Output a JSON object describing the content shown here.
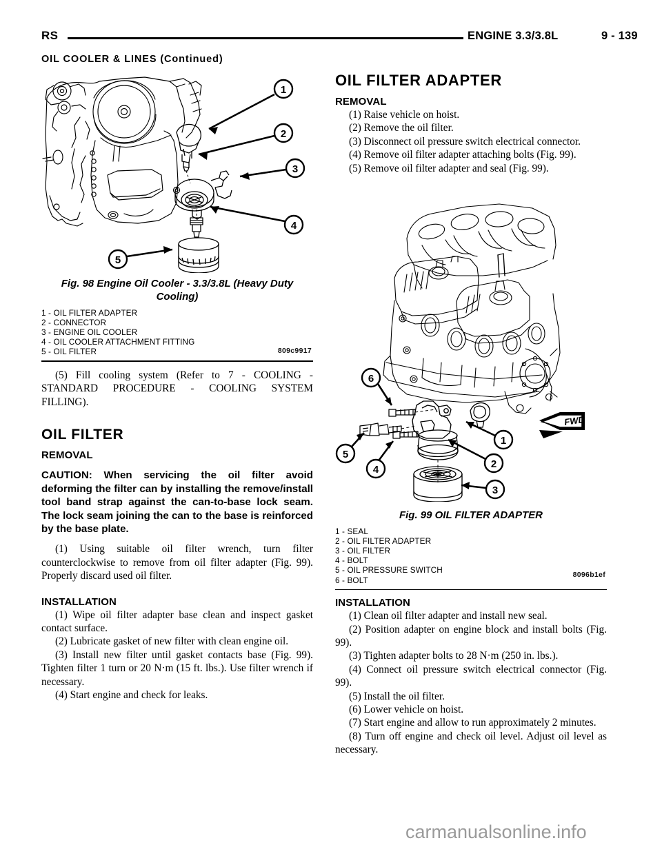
{
  "header": {
    "manual_code": "RS",
    "section_title": "ENGINE 3.3/3.8L",
    "page_number": "9 - 139",
    "continued_heading": "OIL COOLER & LINES (Continued)"
  },
  "left_column": {
    "figure_98": {
      "caption_line1": "Fig. 98 Engine Oil Cooler - 3.3/3.8L (Heavy Duty",
      "caption_line2": "Cooling)",
      "image_code": "809c9917",
      "callouts": [
        "1",
        "2",
        "3",
        "4",
        "5"
      ],
      "legend": [
        "1 - OIL FILTER ADAPTER",
        "2 - CONNECTOR",
        "3 - ENGINE OIL COOLER",
        "4 - OIL COOLER ATTACHMENT FITTING",
        "5 - OIL FILTER"
      ]
    },
    "cooling_step": "(5) Fill cooling system (Refer to 7 - COOLING - STANDARD PROCEDURE - COOLING SYSTEM FILLING).",
    "oil_filter_heading": "OIL FILTER",
    "removal_heading": "REMOVAL",
    "caution": "CAUTION: When servicing the oil filter avoid deforming the filter can by installing the remove/install tool band strap against the can-to-base lock seam. The lock seam joining the can to the base is reinforced by the base plate.",
    "removal_steps": [
      "(1) Using suitable oil filter wrench, turn filter counterclockwise to remove from oil filter adapter (Fig. 99). Properly discard used oil filter."
    ],
    "installation_heading": "INSTALLATION",
    "installation_steps": [
      "(1) Wipe oil filter adapter base clean and inspect gasket contact surface.",
      "(2) Lubricate gasket of new filter with clean engine oil.",
      "(3) Install new filter until gasket contacts base (Fig. 99). Tighten filter 1 turn or 20 N·m (15 ft. lbs.). Use filter wrench if necessary.",
      "(4) Start engine and check for leaks."
    ]
  },
  "right_column": {
    "adapter_heading": "OIL FILTER ADAPTER",
    "removal_heading": "REMOVAL",
    "removal_steps": [
      "(1) Raise vehicle on hoist.",
      "(2) Remove the oil filter.",
      "(3) Disconnect oil pressure switch electrical connector.",
      "(4) Remove oil filter adapter attaching bolts (Fig. 99).",
      "(5) Remove oil filter adapter and seal (Fig. 99)."
    ],
    "figure_99": {
      "caption": "Fig. 99 OIL FILTER ADAPTER",
      "image_code": "8096b1ef",
      "direction_marker": "FWD",
      "callouts": [
        "1",
        "2",
        "3",
        "4",
        "5",
        "6"
      ],
      "legend": [
        "1 - SEAL",
        "2 - OIL FILTER ADAPTER",
        "3 - OIL FILTER",
        "4 - BOLT",
        "5 - OIL PRESSURE SWITCH",
        "6 - BOLT"
      ]
    },
    "installation_heading": "INSTALLATION",
    "installation_steps": [
      "(1) Clean oil filter adapter and install new seal.",
      "(2) Position adapter on engine block and install bolts (Fig. 99).",
      "(3) Tighten adapter bolts to 28 N·m (250 in. lbs.).",
      "(4) Connect oil pressure switch electrical connector (Fig. 99).",
      "(5) Install the oil filter.",
      "(6) Lower vehicle on hoist.",
      "(7) Start engine and allow to run approximately 2 minutes.",
      "(8) Turn off engine and check oil level. Adjust oil level as necessary."
    ]
  },
  "watermark": "carmanualsonline.info"
}
